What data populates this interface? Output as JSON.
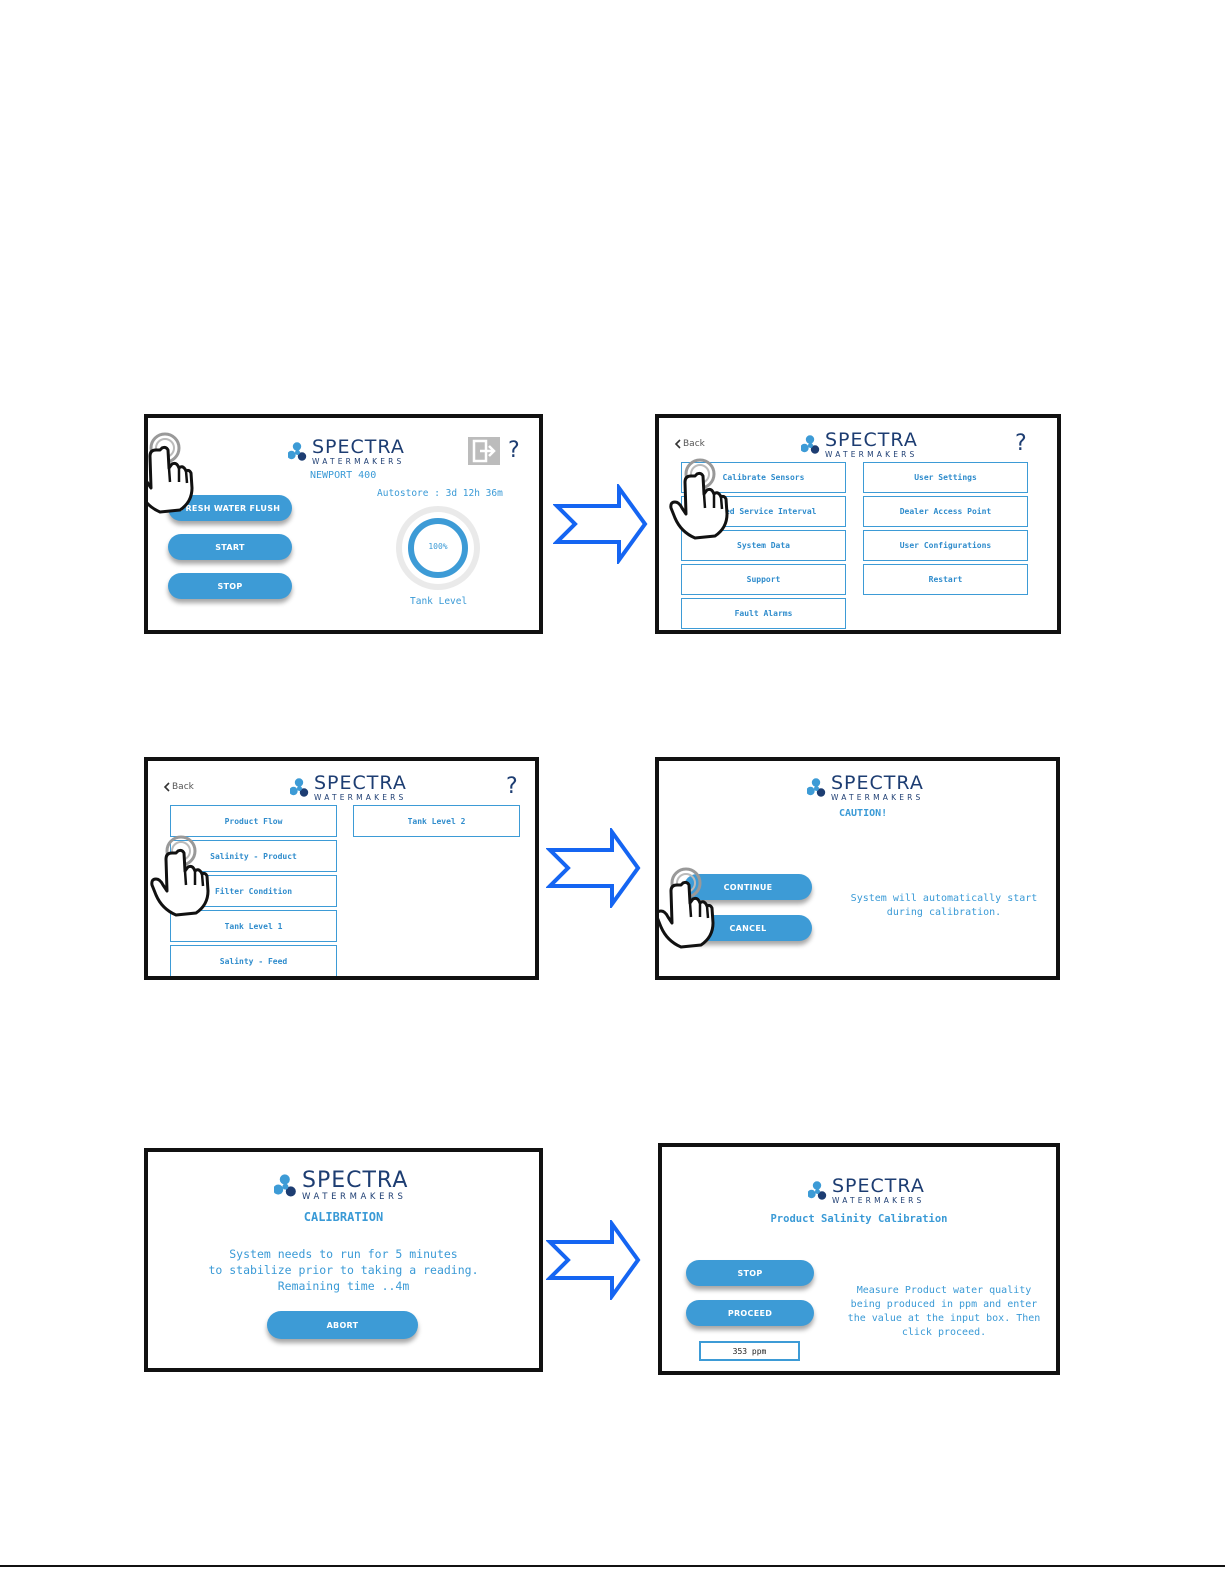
{
  "brand": {
    "name": "SPECTRA",
    "tagline": "WATERMAKERS"
  },
  "common": {
    "back_label": "Back",
    "help_label": "?"
  },
  "panel_main": {
    "model": "NEWPORT 400",
    "autostore": "Autostore : 3d 12h 36m",
    "buttons": [
      "FRESH WATER FLUSH",
      "START",
      "STOP"
    ],
    "tank_percent": "100%",
    "tank_fill_fraction": 1.0,
    "tank_label": "Tank Level"
  },
  "panel_menu": {
    "items_left": [
      "Calibrate Sensors",
      "mated Service Interval",
      "System Data",
      "Support",
      "Fault Alarms"
    ],
    "items_right": [
      "User Settings",
      "Dealer Access Point",
      "User Configurations",
      "Restart"
    ]
  },
  "panel_sensors": {
    "items_left": [
      "Product Flow",
      "Salinity - Product",
      "Filter Condition",
      "Tank Level 1",
      "Salinty - Feed"
    ],
    "items_right": [
      "Tank Level 2"
    ]
  },
  "panel_caution": {
    "title": "CAUTION!",
    "buttons": [
      "CONTINUE",
      "CANCEL"
    ],
    "message": [
      "System will automatically start",
      "during calibration."
    ]
  },
  "panel_calibration": {
    "title": "CALIBRATION",
    "message": [
      "System needs to run for 5 minutes",
      "to stabilize prior to taking a reading.",
      "Remaining time ..4m"
    ],
    "button": "ABORT"
  },
  "panel_product": {
    "title": "Product Salinity Calibration",
    "buttons": [
      "STOP",
      "PROCEED"
    ],
    "input_value": "353 ppm",
    "message": [
      "Measure Product water quality",
      "being produced in ppm and enter",
      "the value at the input box. Then",
      "click proceed."
    ]
  },
  "colors": {
    "accent": "#3d9bd6",
    "brand_navy": "#1d3d72",
    "arrow": "#1565f2"
  }
}
